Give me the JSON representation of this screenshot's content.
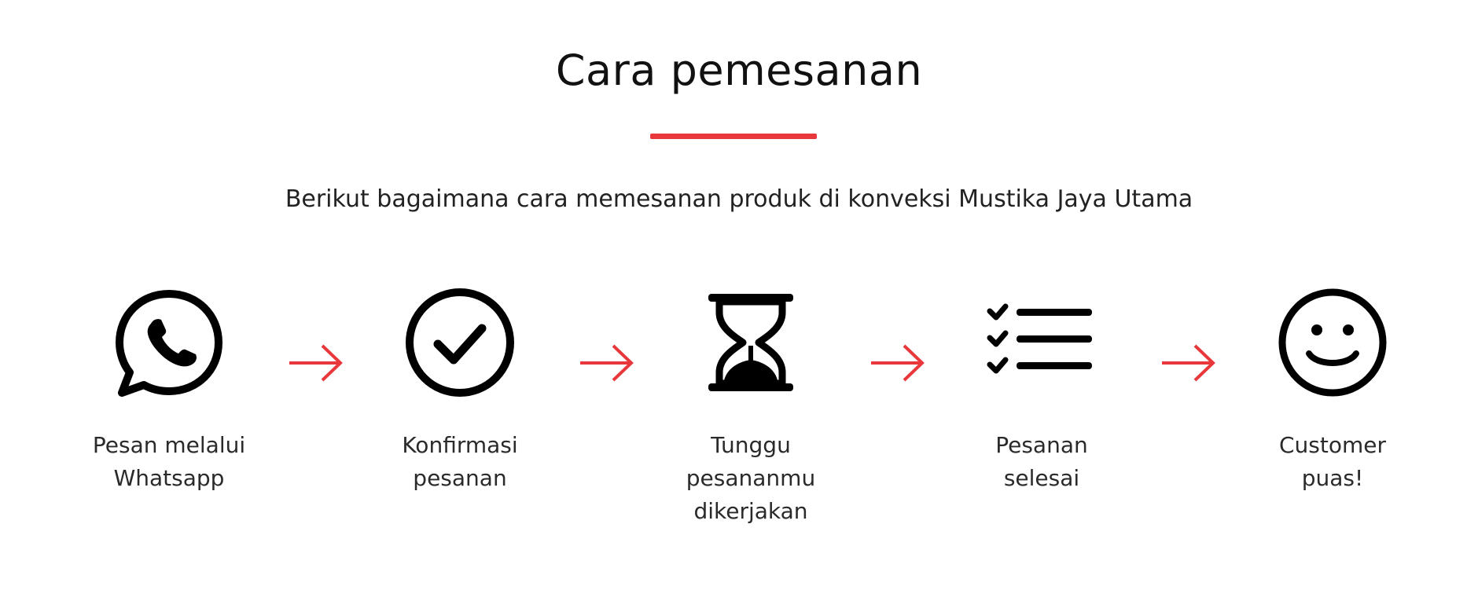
{
  "section": {
    "title": "Cara pemesanan",
    "subtitle": "Berikut bagaimana cara memesanan produk di konveksi Mustika Jaya Utama",
    "accent_color": "#e8383b"
  },
  "steps": [
    {
      "icon": "whatsapp-icon",
      "label_lines": [
        "Pesan melalui",
        "Whatsapp"
      ]
    },
    {
      "icon": "check-circle-icon",
      "label_lines": [
        "Konfirmasi",
        "pesanan"
      ]
    },
    {
      "icon": "hourglass-icon",
      "label_lines": [
        "Tunggu",
        "pesananmu",
        "dikerjakan"
      ]
    },
    {
      "icon": "checklist-icon",
      "label_lines": [
        "Pesanan",
        "selesai"
      ]
    },
    {
      "icon": "smiley-icon",
      "label_lines": [
        "Customer",
        "puas!"
      ]
    }
  ]
}
